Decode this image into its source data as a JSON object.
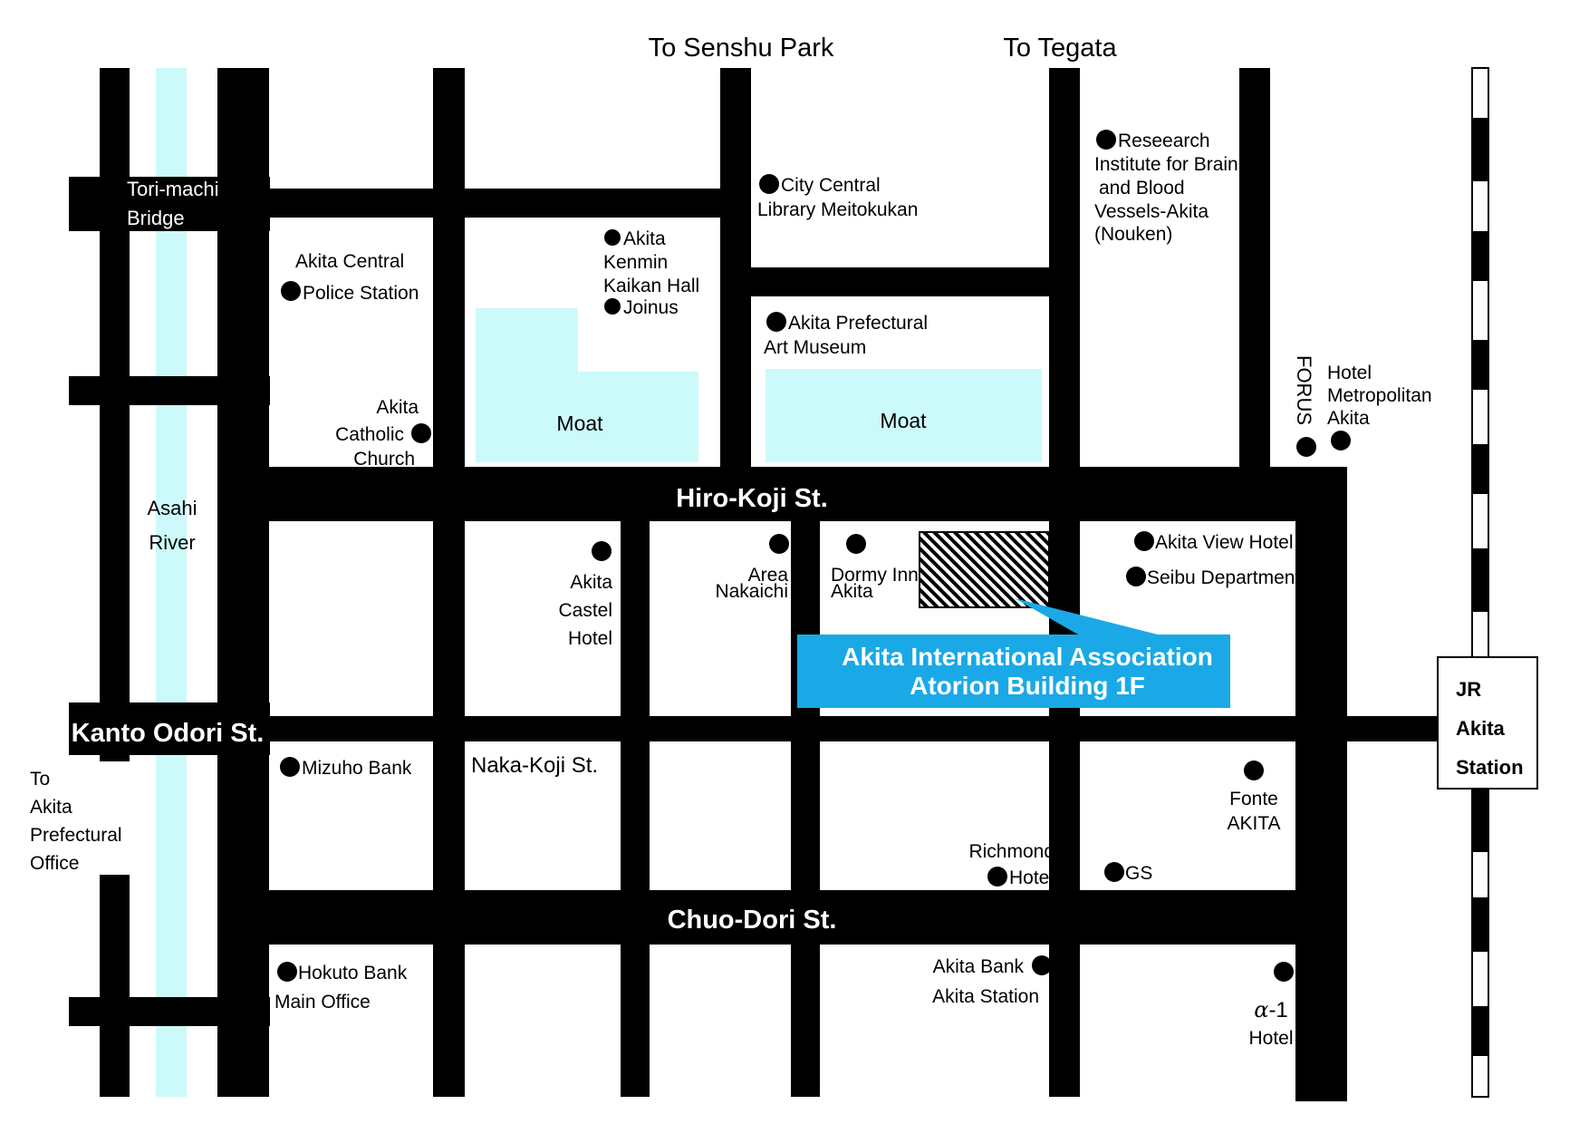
{
  "map": {
    "directions": {
      "senshu_park": "To Senshu Park",
      "tegata": "To Tegata",
      "prefectural_office": [
        "To",
        "Akita",
        "Prefectural",
        "Office"
      ]
    },
    "streets": {
      "hiro_koji": "Hiro-Koji St.",
      "chuo_dori": "Chuo-Dori St.",
      "kanto_odori": "Kanto Odori St.",
      "naka_koji": "Naka-Koji St."
    },
    "river": [
      "Asahi",
      "River"
    ],
    "bridge": [
      "Tori-machi",
      "Bridge"
    ],
    "moats": [
      "Moat",
      "Moat"
    ],
    "forus": "FORUS",
    "landmarks": {
      "police": [
        "Akita Central",
        "Police Station"
      ],
      "kenmin": [
        "Akita",
        "Kenmin",
        "Kaikan Hall",
        "Joinus"
      ],
      "library": [
        "City Central",
        "Library Meitokukan"
      ],
      "nouken": [
        "Reseearch",
        "Institute for Brain",
        "and Blood",
        "Vessels-Akita",
        "(Nouken)"
      ],
      "art_museum": [
        "Akita Prefectural",
        "Art Museum"
      ],
      "catholic": [
        "Akita",
        "Catholic",
        "Church"
      ],
      "metropolitan": [
        "Hotel",
        "Metropolitan",
        "Akita"
      ],
      "castel": [
        "Akita",
        "Castel",
        "Hotel"
      ],
      "nakaichi": [
        "Area",
        "Nakaichi"
      ],
      "dormy": [
        "Dormy Inn",
        "Akita"
      ],
      "view_hotel": "Akita View Hotel",
      "seibu": "Seibu Department",
      "mizuho": "Mizuho Bank",
      "fonte": [
        "Fonte",
        "AKITA"
      ],
      "richmond": [
        "Richmond",
        "Hotel"
      ],
      "gs": "GS",
      "hokuto": [
        "Hokuto Bank",
        "Main Office"
      ],
      "akita_bank": [
        "Akita Bank",
        "Akita Station"
      ],
      "alpha_symbol": "α",
      "alpha_num": "-1",
      "alpha_hotel": "Hotel"
    },
    "destination": {
      "line1": "Akita International Association",
      "line2": "Atorion Building 1F",
      "color": "#1aa9e6"
    },
    "station": [
      "JR",
      "Akita",
      "Station"
    ],
    "colors": {
      "road": "#000000",
      "water": "#ccfafa",
      "background": "#ffffff"
    }
  }
}
